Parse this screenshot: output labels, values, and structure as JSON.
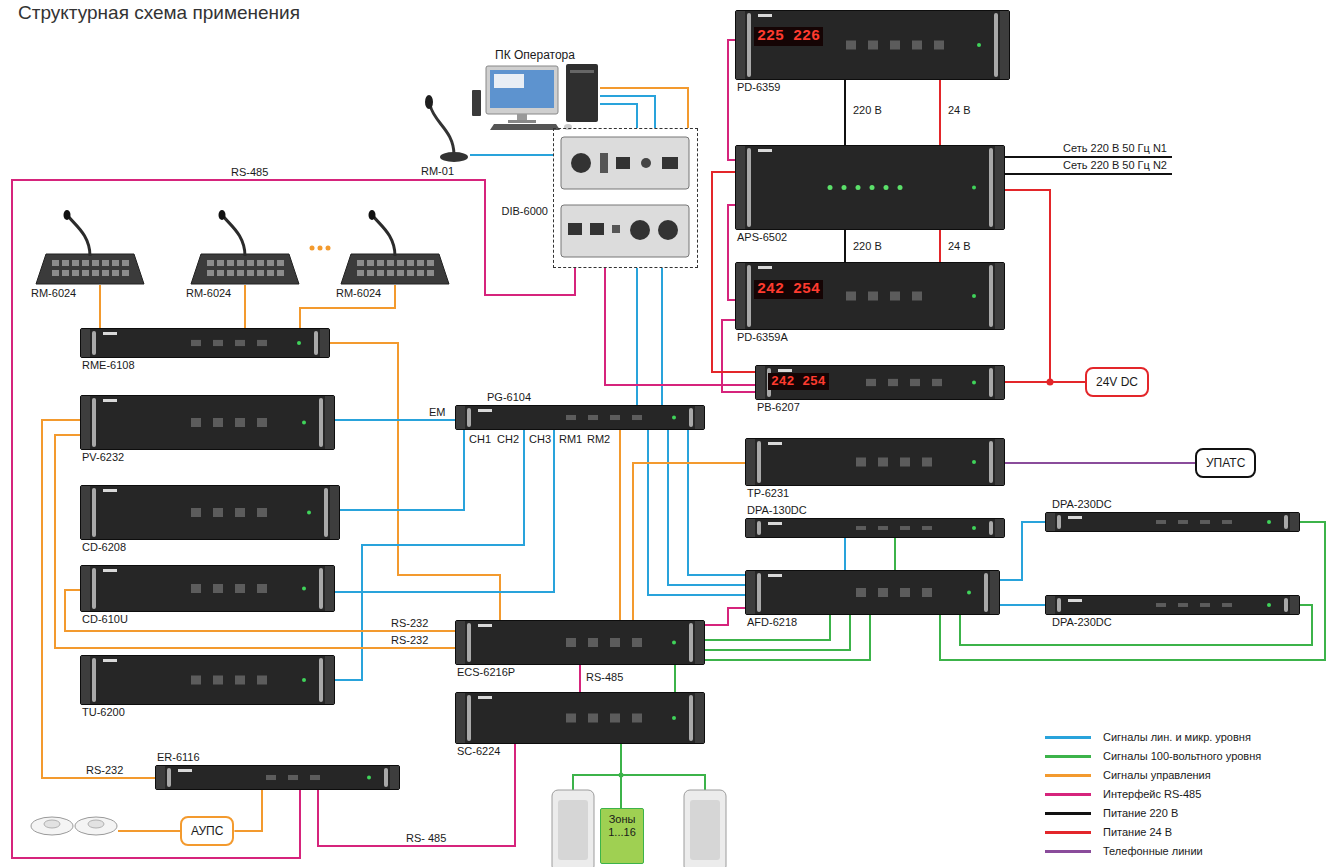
{
  "diagram": {
    "title": "Структурная схема применения",
    "nodes": [
      {
        "text": [
          "ПК Оператора"
        ]
      },
      {
        "text": [
          "RM-01"
        ]
      },
      {
        "text": [
          "DIB-6000"
        ]
      },
      {
        "text": [
          "PD-6359"
        ]
      },
      {
        "text": [
          "APS-6502"
        ]
      },
      {
        "text": [
          "PD-6359A"
        ]
      },
      {
        "text": [
          "PB-6207"
        ]
      },
      {
        "text": [
          "24V DC"
        ]
      },
      {
        "text": [
          "RM-6024"
        ]
      },
      {
        "text": [
          "RM-6024"
        ]
      },
      {
        "text": [
          "RM-6024"
        ]
      },
      {
        "text": [
          "RME-6108"
        ]
      },
      {
        "text": [
          "PG-6104"
        ]
      },
      {
        "text": [
          "PV-6232"
        ]
      },
      {
        "text": [
          "TP-6231"
        ]
      },
      {
        "text": [
          "УПАТС"
        ]
      },
      {
        "text": [
          "CD-6208"
        ]
      },
      {
        "text": [
          "DPA-130DC"
        ]
      },
      {
        "text": [
          "DPA-230DC"
        ]
      },
      {
        "text": [
          "AFD-6218"
        ]
      },
      {
        "text": [
          "DPA-230DC"
        ]
      },
      {
        "text": [
          "CD-610U"
        ]
      },
      {
        "text": [
          "ECS-6216P"
        ]
      },
      {
        "text": [
          "TU-6200"
        ]
      },
      {
        "text": [
          "SC-6224"
        ]
      },
      {
        "text": [
          "ER-6116"
        ]
      },
      {
        "text": [
          "АУПС"
        ]
      },
      {
        "text": [
          "Зоны 1...16"
        ]
      }
    ],
    "edges": [
      {
        "from": 1,
        "to": 2,
        "arrow": "none"
      },
      {
        "from": 0,
        "to": 2,
        "arrow": "none"
      },
      {
        "from": 0,
        "to": 2,
        "arrow": "none"
      },
      {
        "from": 0,
        "to": 2,
        "arrow": "none"
      },
      {
        "from": 2,
        "to": 12,
        "arrow": "none"
      },
      {
        "from": 2,
        "to": 12,
        "arrow": "none"
      },
      {
        "from": 2,
        "to": 6,
        "arrow": "none"
      },
      {
        "from": 2,
        "to": 25,
        "label": "RS-485",
        "arrow": "none"
      },
      {
        "from": 3,
        "to": 4,
        "label": "220 В",
        "arrow": "none"
      },
      {
        "from": 3,
        "to": 4,
        "label": "24 В",
        "arrow": "none"
      },
      {
        "from": 4,
        "to": 5,
        "label": "220 В",
        "arrow": "none"
      },
      {
        "from": 4,
        "to": 5,
        "label": "24 В",
        "arrow": "none"
      },
      {
        "from": 3,
        "to": 4,
        "arrow": "none"
      },
      {
        "from": 4,
        "to": 5,
        "arrow": "none"
      },
      {
        "from": 5,
        "to": 6,
        "arrow": "none"
      },
      {
        "from": 4,
        "to": 6,
        "arrow": "none"
      },
      {
        "from": 4,
        "to": 7,
        "arrow": "none"
      },
      {
        "from": 6,
        "to": 7,
        "arrow": "none"
      },
      {
        "from": 11,
        "to": 8,
        "arrow": "none"
      },
      {
        "from": 11,
        "to": 9,
        "arrow": "none"
      },
      {
        "from": 11,
        "to": 10,
        "arrow": "none"
      },
      {
        "from": 11,
        "to": 22,
        "arrow": "none"
      },
      {
        "from": 13,
        "to": 12,
        "arrow": "none"
      },
      {
        "from": 12,
        "to": 16,
        "arrow": "none"
      },
      {
        "from": 12,
        "to": 21,
        "arrow": "none"
      },
      {
        "from": 12,
        "to": 23,
        "arrow": "none"
      },
      {
        "from": 12,
        "to": 19,
        "arrow": "none"
      },
      {
        "from": 12,
        "to": 19,
        "arrow": "none"
      },
      {
        "from": 12,
        "to": 19,
        "arrow": "none"
      },
      {
        "from": 12,
        "to": 22,
        "arrow": "none"
      },
      {
        "from": 14,
        "to": 15,
        "arrow": "none"
      },
      {
        "from": 14,
        "to": 22,
        "arrow": "none"
      },
      {
        "from": 19,
        "to": 17,
        "arrow": "none"
      },
      {
        "from": 19,
        "to": 17,
        "arrow": "none"
      },
      {
        "from": 19,
        "to": 18,
        "arrow": "none"
      },
      {
        "from": 19,
        "to": 18,
        "arrow": "none"
      },
      {
        "from": 19,
        "to": 20,
        "arrow": "none"
      },
      {
        "from": 19,
        "to": 20,
        "arrow": "none"
      },
      {
        "from": 22,
        "to": 19,
        "arrow": "none"
      },
      {
        "from": 22,
        "to": 19,
        "arrow": "none"
      },
      {
        "from": 22,
        "to": 19,
        "arrow": "none"
      },
      {
        "from": 22,
        "to": 19,
        "arrow": "none"
      },
      {
        "from": 22,
        "to": 24,
        "arrow": "none"
      },
      {
        "from": 22,
        "to": 24,
        "label": "RS-485",
        "arrow": "none"
      },
      {
        "from": 24,
        "to": 27,
        "arrow": "none"
      },
      {
        "from": 25,
        "to": 24,
        "label": "RS- 485",
        "arrow": "none"
      },
      {
        "from": 13,
        "to": 25,
        "label": "RS-232",
        "arrow": "none"
      },
      {
        "from": 22,
        "to": 21,
        "label": "RS-232",
        "arrow": "none"
      },
      {
        "from": 22,
        "to": 13,
        "label": "RS-232",
        "arrow": "none"
      },
      {
        "from": 25,
        "to": 26,
        "arrow": "none"
      }
    ],
    "labels": [
      "Сеть 220 В 50 Гц N1",
      "Сеть 220 В 50 Гц N2",
      "225 226",
      "242 254",
      "242 254",
      "EM",
      "CH1",
      "CH2",
      "CH3",
      "RM1",
      "RM2"
    ],
    "legend": [
      {
        "text": "Сигналы лин. и микр. уровня",
        "color": "#29a3db"
      },
      {
        "text": "Сигналы 100-вольтного уровня",
        "color": "#3cb34a"
      },
      {
        "text": "Сигналы управления",
        "color": "#f39a2e"
      },
      {
        "text": "Интерфейс RS-485",
        "color": "#d6247c"
      },
      {
        "text": "Питание 220 В",
        "color": "#111111"
      },
      {
        "text": "Питание 24 В",
        "color": "#e3262a"
      },
      {
        "text": "Телефонные линии",
        "color": "#8a4c9b"
      }
    ]
  }
}
